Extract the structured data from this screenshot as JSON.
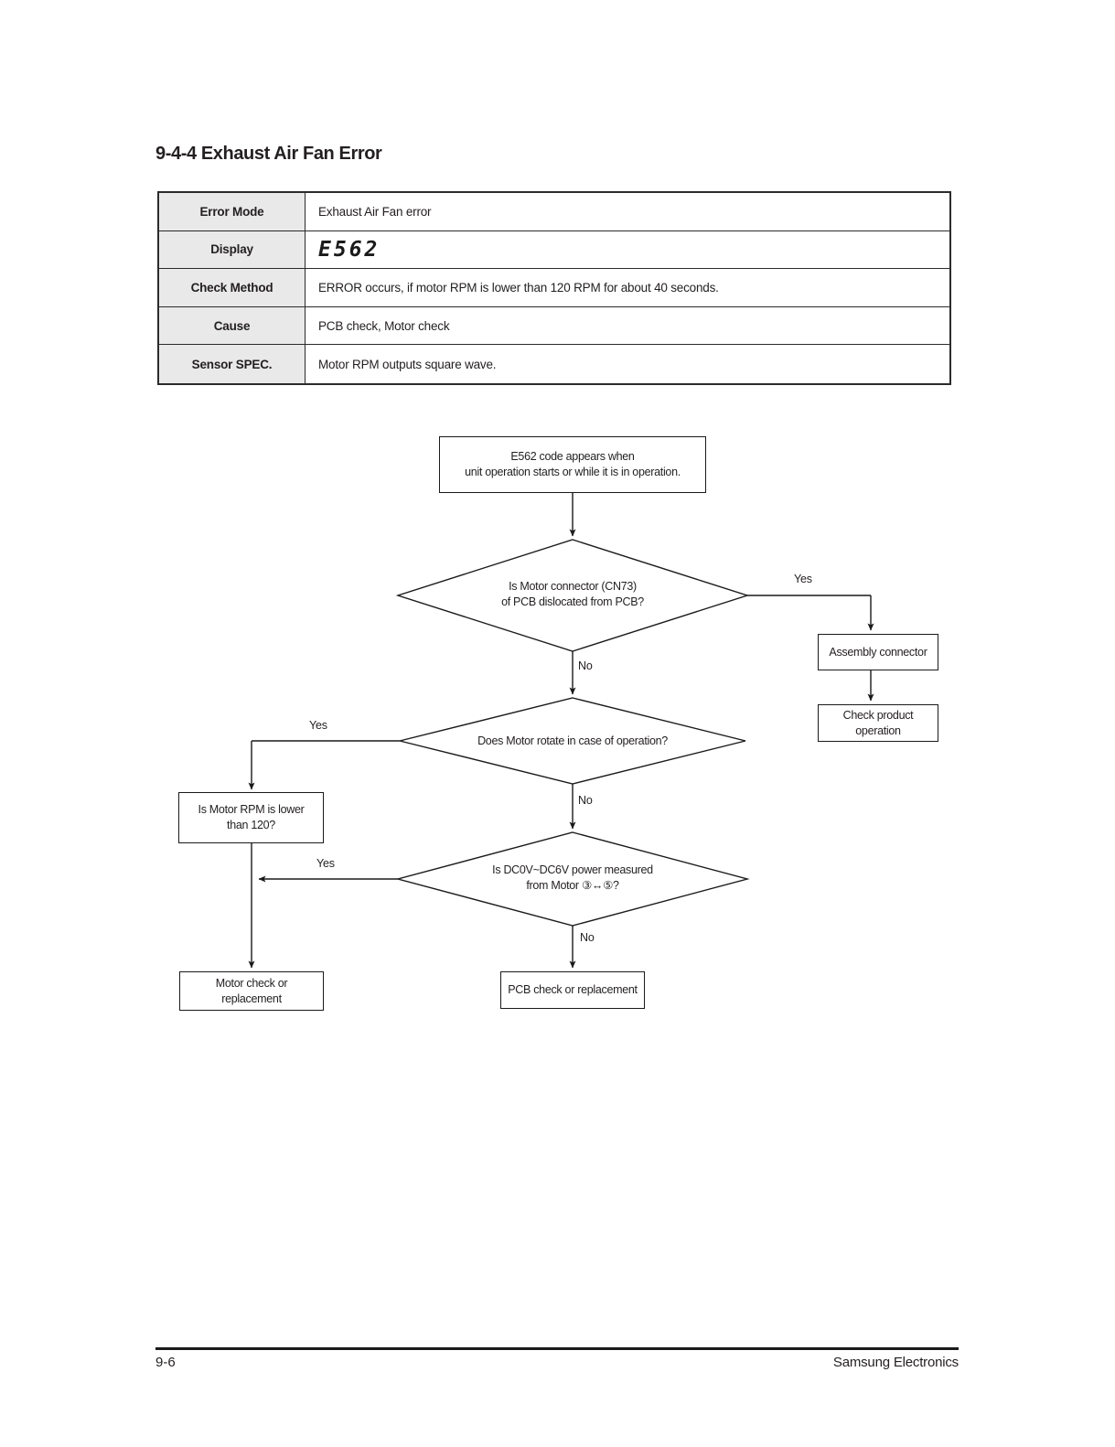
{
  "page_title": "9-4-4 Exhaust Air Fan Error",
  "colors": {
    "text": "#231f20",
    "line": "#1a1a1a",
    "table_header_bg": "#e9e9e9",
    "page_bg": "#ffffff"
  },
  "spec_table": {
    "rows": [
      {
        "label": "Error Mode",
        "value": "Exhaust Air Fan error"
      },
      {
        "label": "Display",
        "value": "E562"
      },
      {
        "label": "Check Method",
        "value": "ERROR occurs, if motor RPM is lower than 120 RPM for about 40 seconds."
      },
      {
        "label": "Cause",
        "value": "PCB check, Motor check"
      },
      {
        "label": "Sensor SPEC.",
        "value": "Motor RPM outputs square wave."
      }
    ]
  },
  "flowchart": {
    "start_box": "E562 code appears when\nunit operation starts or while it is in operation.",
    "decision_1": "Is Motor connector (CN73)\nof PCB dislocated from PCB?",
    "decision_2": "Does Motor rotate in case of operation?",
    "decision_3": "Is DC0V~DC6V power measured\nfrom Motor ③↔⑤?",
    "box_assembly_connector": "Assembly connector",
    "box_check_product": "Check product\noperation",
    "box_rpm_check": "Is Motor RPM is lower\nthan 120?",
    "box_motor_check": "Motor check or\nreplacement",
    "box_pcb_check": "PCB check or replacement",
    "label_yes_1": "Yes",
    "label_no_1": "No",
    "label_yes_2": "Yes",
    "label_no_2": "No",
    "label_yes_3": "Yes",
    "label_no_3": "No"
  },
  "footer": {
    "page_number": "9-6",
    "company": "Samsung Electronics"
  }
}
